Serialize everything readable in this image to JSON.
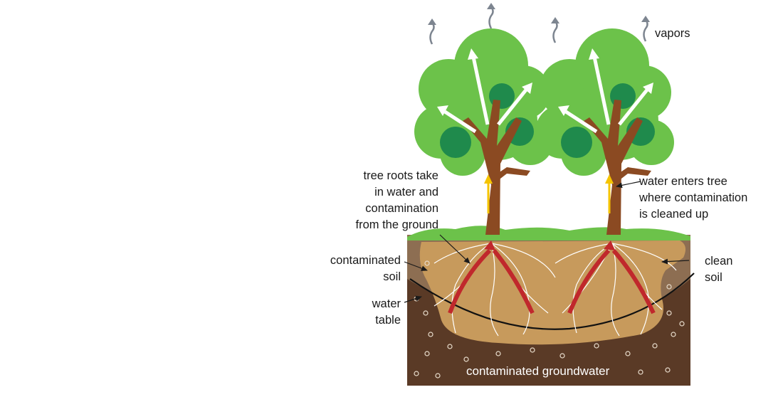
{
  "labels": {
    "vapors": "vapors",
    "roots": [
      "tree roots take",
      "in water and",
      "contamination",
      "from the ground"
    ],
    "enters": [
      "water enters tree",
      "where contamination",
      "is cleaned up"
    ],
    "contaminated_soil": [
      "contaminated",
      "soil"
    ],
    "water_table": [
      "water",
      "table"
    ],
    "clean_soil": [
      "clean",
      "soil"
    ],
    "groundwater": "contaminated groundwater"
  },
  "colors": {
    "foliage_light": "#6cc24a",
    "foliage_dark": "#1f8a4c",
    "trunk": "#8b4a22",
    "soil_clean": "#8d6e52",
    "soil_contaminated": "#c79a5c",
    "groundwater": "#5a3a26",
    "root_arrow": "#c0282c",
    "water_arrow": "#f5c400",
    "vapor": "#7d8590"
  }
}
